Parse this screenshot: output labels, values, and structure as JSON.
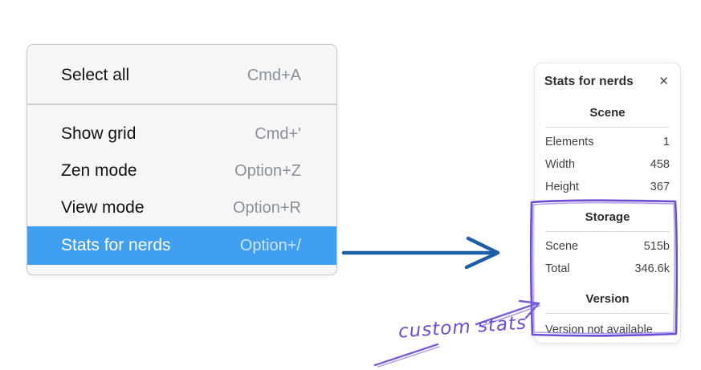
{
  "colors": {
    "menu_highlight_blue": "#409ff1",
    "arrow_blue": "#1d5ea8",
    "annotation_purple": "#6b4ed2"
  },
  "menu": {
    "items": [
      {
        "label": "Select all",
        "shortcut": "Cmd+A",
        "selected": false
      },
      {
        "label": "Show grid",
        "shortcut": "Cmd+'",
        "selected": false
      },
      {
        "label": "Zen mode",
        "shortcut": "Option+Z",
        "selected": false
      },
      {
        "label": "View mode",
        "shortcut": "Option+R",
        "selected": false
      },
      {
        "label": "Stats for nerds",
        "shortcut": "Option+/",
        "selected": true
      }
    ]
  },
  "stats_panel": {
    "title": "Stats for nerds",
    "close_icon": "✕",
    "scene_section": {
      "heading": "Scene",
      "rows": [
        {
          "label": "Elements",
          "value": "1"
        },
        {
          "label": "Width",
          "value": "458"
        },
        {
          "label": "Height",
          "value": "367"
        }
      ]
    },
    "storage_section": {
      "heading": "Storage",
      "rows": [
        {
          "label": "Scene",
          "value": "515b"
        },
        {
          "label": "Total",
          "value": "346.6k"
        }
      ]
    },
    "version_section": {
      "heading": "Version",
      "note": "Version not available"
    }
  },
  "annotation": {
    "label": "custom stats"
  }
}
